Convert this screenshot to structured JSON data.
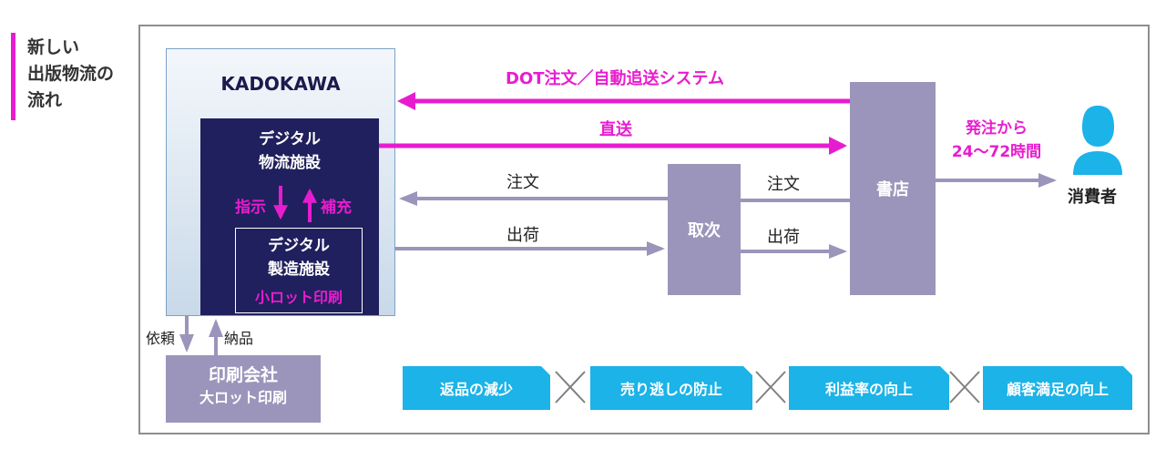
{
  "sidebar": {
    "title_lines": [
      "新しい",
      "出版物流の",
      "流れ"
    ]
  },
  "kadokawa": {
    "label": "KADOKAWA",
    "digital_logistics": [
      "デジタル",
      "物流施設"
    ],
    "instruct": "指示",
    "replenish": "補充",
    "digital_manufacturing": [
      "デジタル",
      "製造施設"
    ],
    "small_lot": "小ロット印刷"
  },
  "flows": {
    "dot_order": "DOT注文／自動追送システム",
    "direct": "直送",
    "order_left": "注文",
    "ship_left": "出荷",
    "order_right": "注文",
    "ship_right": "出荷"
  },
  "nodes": {
    "toritsugi": "取次",
    "shoten": "書店",
    "consumer": "消費者"
  },
  "delivery_time": [
    "発注から",
    "24～72時間"
  ],
  "printer": {
    "name": "印刷会社",
    "sub": "大ロット印刷",
    "request": "依頼",
    "deliver": "納品"
  },
  "badges": [
    "返品の減少",
    "売り逃しの防止",
    "利益率の向上",
    "顧客満足の向上"
  ],
  "colors": {
    "accent": "#e81ccf",
    "navy": "#20205e",
    "lavender": "#9b95bb",
    "cyan": "#1bb3e8"
  },
  "icons": {
    "consumer": "person-icon",
    "separator": "cross-icon"
  }
}
